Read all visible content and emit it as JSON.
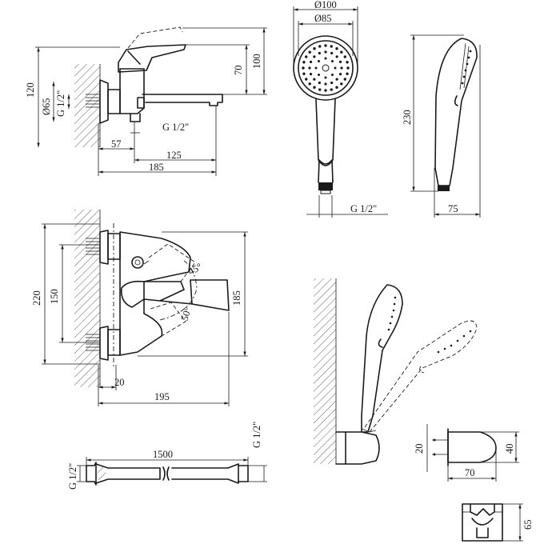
{
  "labels": {
    "faucet_side": {
      "h120": "120",
      "d65": "Ø65",
      "g12_left": "G 1/2\"",
      "h70": "70",
      "h100": "100",
      "g12_bottom": "G 1/2\"",
      "w57": "57",
      "w125": "125",
      "w185": "185"
    },
    "shower_head": {
      "d100": "Ø100",
      "d85": "Ø85",
      "g12": "G 1/2\""
    },
    "shower_side": {
      "h230": "230",
      "w75": "75"
    },
    "faucet_front": {
      "h220": "220",
      "h150": "150",
      "h185": "185",
      "a45": "45°",
      "a50": "50°",
      "w20": "20",
      "w195": "195"
    },
    "hose": {
      "len1500": "1500",
      "g12_left": "G 1/2\"",
      "g12_right": "G 1/2\""
    },
    "holder": {
      "h20": "20",
      "h40": "40",
      "w70": "70",
      "h65": "65"
    }
  }
}
